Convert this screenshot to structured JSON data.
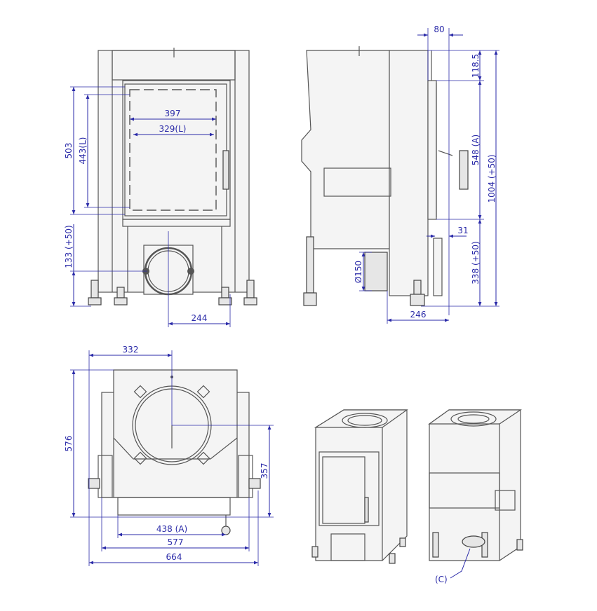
{
  "front_view": {
    "dims": {
      "width_outer": "397",
      "width_inner": "329(L)",
      "height_outer": "503",
      "height_inner": "443(L)",
      "flue_height": "133 (+50)",
      "flue_offset": "244"
    }
  },
  "side_view": {
    "dims": {
      "top_depth": "80",
      "top_height": "118.5",
      "door_height": "548 (A)",
      "total_height": "1004 (+50)",
      "door_offset": "31",
      "flue_diameter": "Ø150",
      "base_height": "338 (+50)",
      "flue_depth": "246"
    }
  },
  "top_view": {
    "dims": {
      "flue_x": "332",
      "depth": "576",
      "flue_y": "357",
      "inner_width": "438 (A)",
      "body_width": "577",
      "total_width": "664"
    }
  },
  "iso_view": {
    "callout": "(C)"
  },
  "colors": {
    "dimension": "#2a2aa8",
    "line": "#555555"
  }
}
